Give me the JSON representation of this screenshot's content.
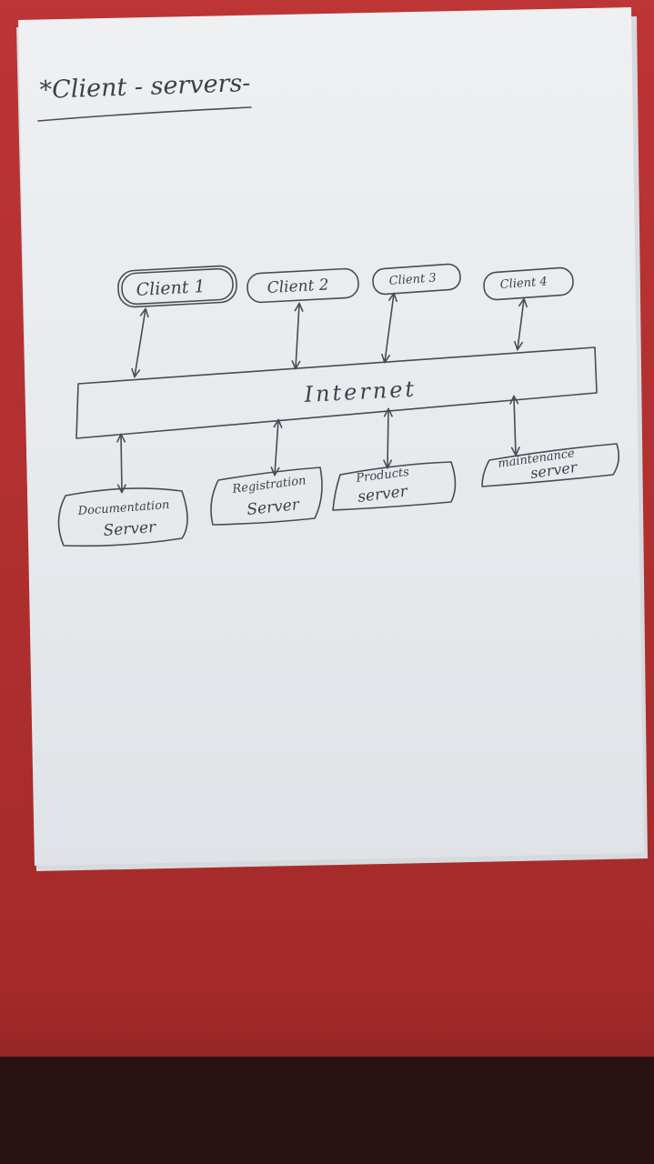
{
  "title": "*Client - servers-",
  "hub": {
    "label": "Internet"
  },
  "clients": [
    {
      "label": "Client 1"
    },
    {
      "label": "Client 2"
    },
    {
      "label": "Client 3"
    },
    {
      "label": "Client 4"
    }
  ],
  "servers": [
    {
      "line1": "Documentation",
      "line2": "Server"
    },
    {
      "line1": "Registration",
      "line2": "Server"
    },
    {
      "line1": "Products",
      "line2": "server"
    },
    {
      "line1": "maintenance",
      "line2": "server"
    }
  ],
  "colors": {
    "background": "#b53131",
    "paper": "#e9ecef",
    "pencil": "#4a4a55"
  }
}
